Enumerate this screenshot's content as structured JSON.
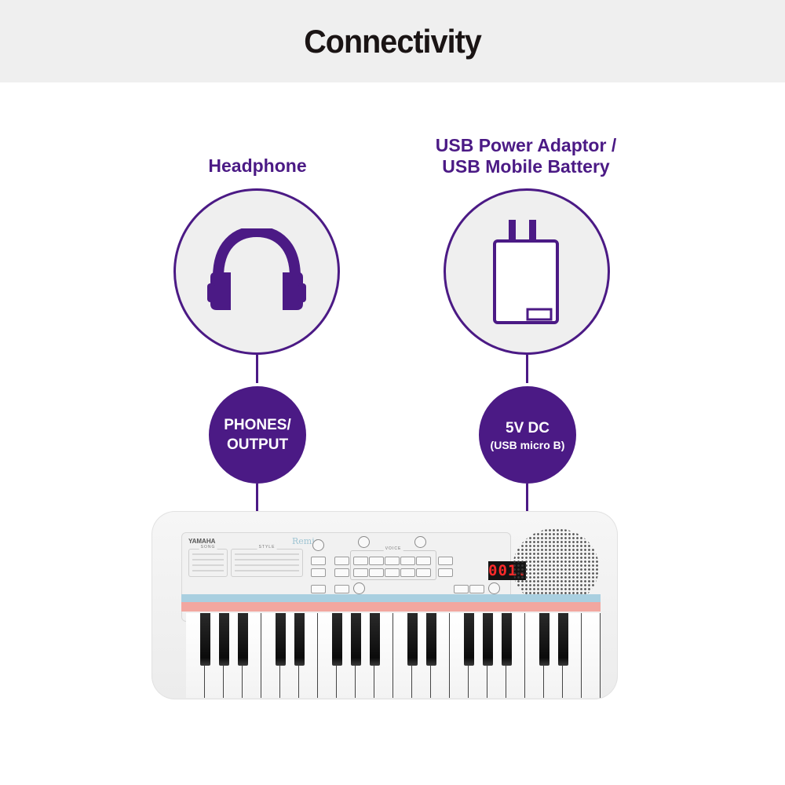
{
  "header": {
    "title": "Connectivity"
  },
  "colors": {
    "accent": "#4b1a85",
    "header_bg": "#efefef",
    "title_text": "#1a1414"
  },
  "connections": [
    {
      "device_label": "Headphone",
      "icon": "headphones-icon",
      "port_label": "PHONES/",
      "port_label_2": "OUTPUT",
      "port_sub": ""
    },
    {
      "device_label_line1": "USB Power Adaptor /",
      "device_label_line2": "USB Mobile Battery",
      "icon": "usb-power-adaptor-icon",
      "port_label": "5V DC",
      "port_sub": "(USB micro B)"
    }
  ],
  "keyboard": {
    "brand": "YAMAHA",
    "model": "Remie",
    "display": "001.",
    "panel_titles": {
      "song": "SONG",
      "style": "STYLE",
      "voice": "VOICE"
    },
    "white_keys": 22,
    "total_keys": 37
  }
}
